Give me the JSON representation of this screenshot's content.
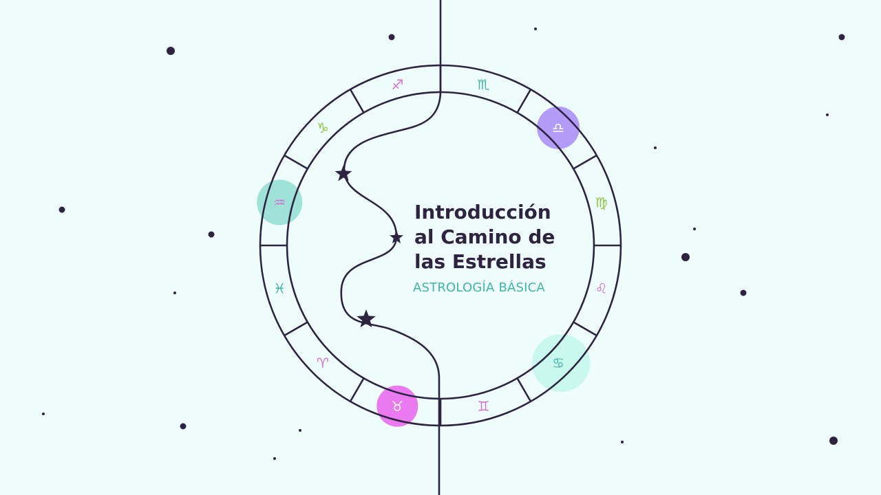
{
  "title": {
    "line1": "Introducción",
    "line2": "al Camino de",
    "line3": "las Estrellas"
  },
  "subtitle": "ASTROLOGÍA BÁSICA",
  "colors": {
    "background": "#effcfc",
    "ink": "#2e2442",
    "teal": "#3fb5a6",
    "purple": "#b39cf7",
    "magenta": "#e97af0",
    "aqua": "#9fe3d8",
    "mint": "#c8f8ee",
    "green": "#8cc63f",
    "pink": "#d06fd6"
  },
  "zodiac": [
    {
      "sign": "sagittarius",
      "symbol": "♐",
      "color": "#d06fd6",
      "highlight": null
    },
    {
      "sign": "scorpio",
      "symbol": "♏",
      "color": "#3fb5a6",
      "highlight": null
    },
    {
      "sign": "libra",
      "symbol": "♎",
      "color": "#ffffff",
      "highlight": "#b39cf7"
    },
    {
      "sign": "virgo",
      "symbol": "♍",
      "color": "#8cc63f",
      "highlight": null
    },
    {
      "sign": "leo",
      "symbol": "♌",
      "color": "#d06fd6",
      "highlight": null
    },
    {
      "sign": "cancer",
      "symbol": "♋",
      "color": "#3fb5a6",
      "highlight": "#c8f8ee"
    },
    {
      "sign": "gemini",
      "symbol": "♊",
      "color": "#d06fd6",
      "highlight": null
    },
    {
      "sign": "taurus",
      "symbol": "♉",
      "color": "#ffffff",
      "highlight": "#e97af0"
    },
    {
      "sign": "aries",
      "symbol": "♈",
      "color": "#d06fd6",
      "highlight": null
    },
    {
      "sign": "pisces",
      "symbol": "♓",
      "color": "#3fb5a6",
      "highlight": null
    },
    {
      "sign": "aquarius",
      "symbol": "♒",
      "color": "#d06fd6",
      "highlight": "#9fe3d8"
    },
    {
      "sign": "capricorn",
      "symbol": "♑",
      "color": "#8cc63f",
      "highlight": null
    }
  ]
}
